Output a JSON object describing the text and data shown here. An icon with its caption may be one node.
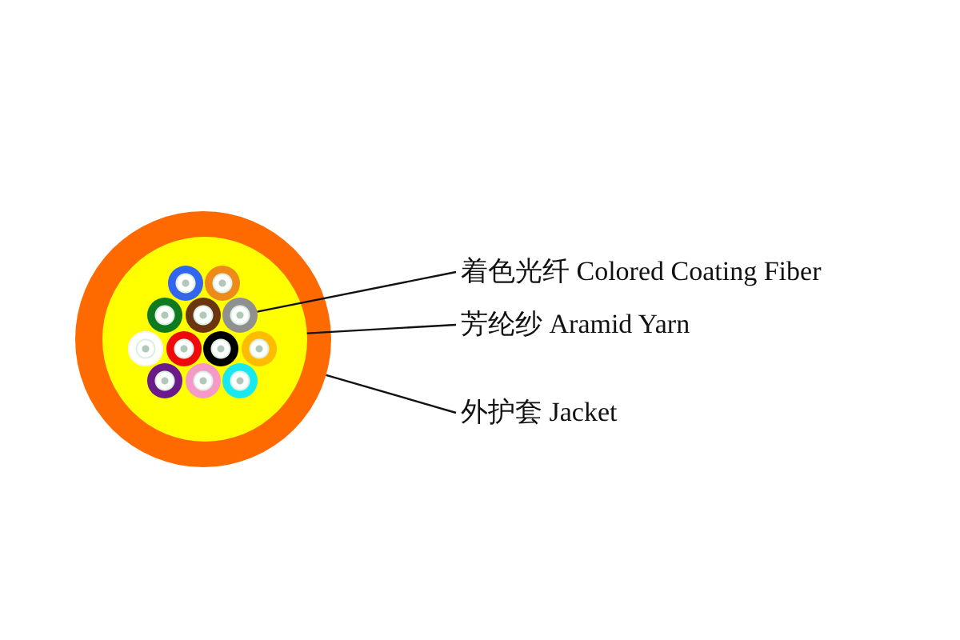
{
  "diagram": {
    "nodes": [
      {
        "text": [],
        "shape": "circle"
      },
      {
        "text": [],
        "shape": "circle",
        "in": 0
      },
      {
        "text": [],
        "shape": "circle",
        "in": 1
      },
      {
        "text": [],
        "shape": "circle",
        "in": 1
      },
      {
        "text": [],
        "shape": "circle",
        "in": 1
      },
      {
        "text": [],
        "shape": "circle",
        "in": 1
      },
      {
        "text": [],
        "shape": "circle",
        "in": 1
      },
      {
        "text": [],
        "shape": "circle",
        "in": 1
      },
      {
        "text": [],
        "shape": "circle",
        "in": 1
      },
      {
        "text": [],
        "shape": "circle",
        "in": 1
      },
      {
        "text": [],
        "shape": "circle",
        "in": 1
      },
      {
        "text": [],
        "shape": "circle",
        "in": 1
      },
      {
        "text": [],
        "shape": "circle",
        "in": 1
      },
      {
        "text": [],
        "shape": "circle",
        "in": 1
      },
      {
        "text": [
          "着色光纤 Colored Coating Fiber"
        ]
      },
      {
        "text": [
          "芳纶纱 Aramid Yarn"
        ]
      },
      {
        "text": [
          "外护套 Jacket"
        ]
      }
    ],
    "edges": [
      {
        "from": 14,
        "to": 6,
        "arrow": "none"
      },
      {
        "from": 15,
        "to": 1,
        "arrow": "none"
      },
      {
        "from": 16,
        "to": 0,
        "arrow": "none"
      }
    ]
  }
}
